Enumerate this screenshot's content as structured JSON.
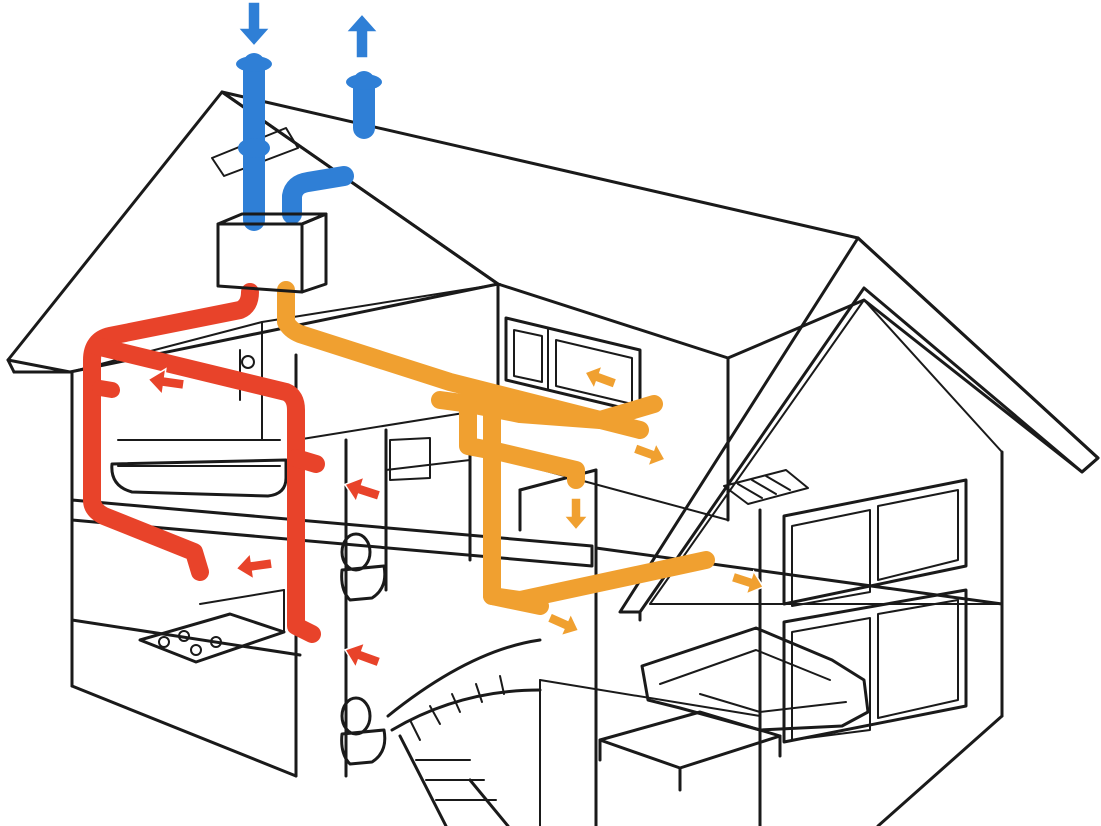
{
  "colors": {
    "outline": "#1a1a1a",
    "fresh_intake": "#2f7fd6",
    "exhaust_outlet": "#2f7fd6",
    "extract_duct": "#e8432a",
    "supply_duct": "#f0a030",
    "unit_box": "#d9d9d9"
  },
  "ducts": [
    {
      "name": "fresh-air-intake",
      "color_key": "fresh_intake"
    },
    {
      "name": "exhaust-outlet",
      "color_key": "exhaust_outlet"
    },
    {
      "name": "extract-ducts",
      "color_key": "extract_duct"
    },
    {
      "name": "supply-ducts",
      "color_key": "supply_duct"
    }
  ],
  "flow_arrows": [
    {
      "name": "intake-arrow-down",
      "color_key": "fresh_intake"
    },
    {
      "name": "exhaust-arrow-up",
      "color_key": "exhaust_outlet"
    },
    {
      "name": "extract-arrow-bathroom",
      "color_key": "extract_duct"
    },
    {
      "name": "extract-arrow-wc-upper",
      "color_key": "extract_duct"
    },
    {
      "name": "extract-arrow-kitchen",
      "color_key": "extract_duct"
    },
    {
      "name": "extract-arrow-wc-lower",
      "color_key": "extract_duct"
    },
    {
      "name": "supply-arrow-bedroom-left",
      "color_key": "supply_duct"
    },
    {
      "name": "supply-arrow-bedroom-right",
      "color_key": "supply_duct"
    },
    {
      "name": "supply-arrow-hall-down",
      "color_key": "supply_duct"
    },
    {
      "name": "supply-arrow-living-right",
      "color_key": "supply_duct"
    },
    {
      "name": "supply-arrow-living-lower",
      "color_key": "supply_duct"
    }
  ],
  "icons": [
    "ventilation-unit-icon",
    "bathtub-icon",
    "toilet-icon",
    "stove-icon",
    "sofa-icon",
    "staircase-icon",
    "window-icon",
    "shower-icon",
    "roof-hatch-icon"
  ]
}
